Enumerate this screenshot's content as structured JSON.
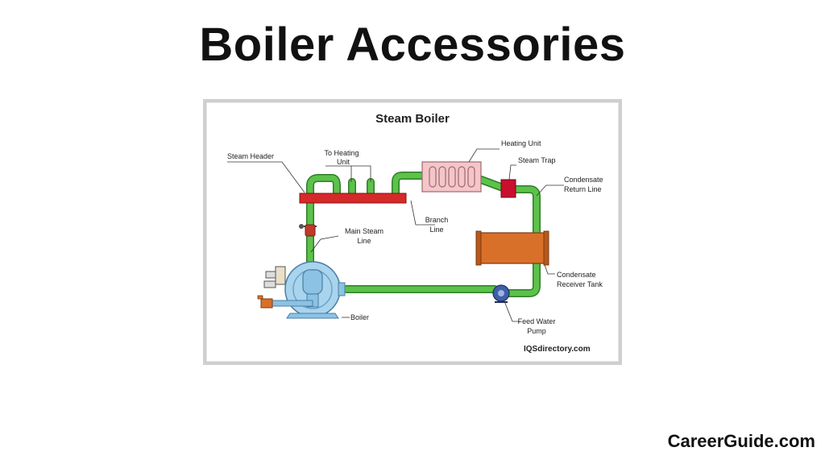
{
  "page": {
    "title": "Boiler Accessories",
    "site_credit": "CareerGuide.com"
  },
  "diagram": {
    "title": "Steam Boiler",
    "source": "IQSdirectory.com",
    "labels": {
      "steam_header": "Steam Header",
      "to_heating_unit_1": "To Heating",
      "to_heating_unit_2": "Unit",
      "heating_unit": "Heating Unit",
      "steam_trap": "Steam Trap",
      "condensate_return_1": "Condensate",
      "condensate_return_2": "Return Line",
      "branch_line_1": "Branch",
      "branch_line_2": "Line",
      "main_steam_line_1": "Main Steam",
      "main_steam_line_2": "Line",
      "condensate_receiver_1": "Condensate",
      "condensate_receiver_2": "Receiver Tank",
      "boiler": "Boiler",
      "feed_water_pump_1": "Feed Water",
      "feed_water_pump_2": "Pump"
    },
    "colors": {
      "pipe": "#5cc24a",
      "pipe_outline": "#2f7d28",
      "header": "#d42a2a",
      "heating_unit": "#f4c6c9",
      "steam_trap": "#c8102e",
      "receiver_tank": "#d9702a",
      "boiler_body": "#a9d4ee",
      "pump": "#3f5fa8",
      "frame": "#cfcfcf"
    }
  }
}
